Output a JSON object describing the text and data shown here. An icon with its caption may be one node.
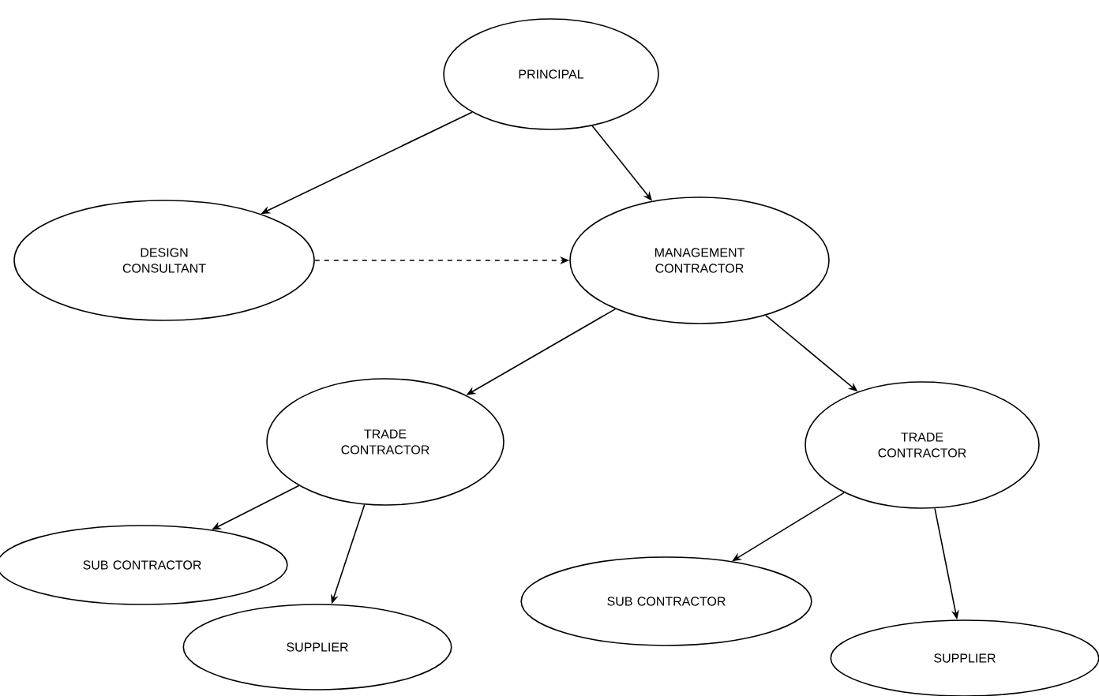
{
  "diagram": {
    "nodes": [
      {
        "text": [
          "PRINCIPAL"
        ]
      },
      {
        "text": [
          "DESIGN CONSULTANT"
        ]
      },
      {
        "text": [
          "MANAGEMENT CONTRACTOR"
        ]
      },
      {
        "text": [
          "TRADE CONTRACTOR"
        ]
      },
      {
        "text": [
          "TRADE CONTRACTOR"
        ]
      },
      {
        "text": [
          "SUB CONTRACTOR"
        ]
      },
      {
        "text": [
          "SUPPLIER"
        ]
      },
      {
        "text": [
          "SUB CONTRACTOR"
        ]
      },
      {
        "text": [
          "SUPPLIER"
        ]
      }
    ],
    "edges": [
      {
        "from": 0,
        "to": 1,
        "arrow": "to"
      },
      {
        "from": 0,
        "to": 2,
        "arrow": "to"
      },
      {
        "from": 1,
        "to": 2,
        "arrow": "to",
        "style": "dashed"
      },
      {
        "from": 2,
        "to": 3,
        "arrow": "to"
      },
      {
        "from": 2,
        "to": 4,
        "arrow": "to"
      },
      {
        "from": 3,
        "to": 5,
        "arrow": "to"
      },
      {
        "from": 3,
        "to": 6,
        "arrow": "to"
      },
      {
        "from": 4,
        "to": 7,
        "arrow": "to"
      },
      {
        "from": 4,
        "to": 8,
        "arrow": "to"
      }
    ]
  }
}
